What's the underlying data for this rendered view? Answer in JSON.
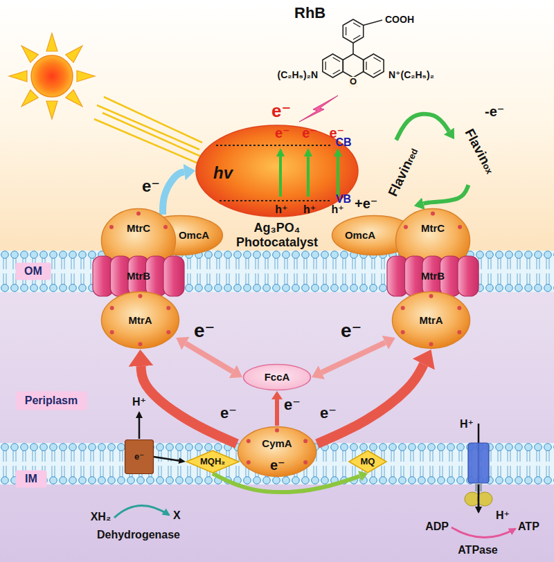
{
  "diagram": {
    "nodes": [
      {
        "text": [
          "e⁻ e⁻ e⁻",
          "CB",
          "hv",
          "VB",
          "h⁺ h⁺ h⁺",
          "Ag₃PO₄ Photocatalyst"
        ]
      },
      {
        "text": [
          "Flavin",
          "red"
        ]
      },
      {
        "text": [
          "Flavin",
          "ox"
        ]
      },
      {
        "text": [
          "OmcA"
        ]
      },
      {
        "text": [
          "MtrC"
        ]
      },
      {
        "text": [
          "MtrB"
        ]
      },
      {
        "text": [
          "MtrA"
        ]
      },
      {
        "text": [
          "OmcA"
        ]
      },
      {
        "text": [
          "MtrC"
        ]
      },
      {
        "text": [
          "MtrB"
        ]
      },
      {
        "text": [
          "MtrA"
        ]
      },
      {
        "text": [
          "FccA"
        ]
      },
      {
        "text": [
          "CymA"
        ]
      },
      {
        "text": [
          "MQH₂"
        ]
      },
      {
        "text": [
          "MQ"
        ]
      },
      {
        "text": [
          "e⁻"
        ]
      },
      {
        "text": [
          "ATPase"
        ]
      },
      {
        "text": [
          "OM"
        ]
      },
      {
        "text": [
          "Periplasm"
        ]
      },
      {
        "text": [
          "IM"
        ]
      }
    ],
    "edges": [
      {
        "from": 3,
        "to": 0,
        "arrow": "to",
        "label": "e⁻"
      },
      {
        "from": 1,
        "to": 2,
        "arrow": "to",
        "label": "-e⁻"
      },
      {
        "from": 2,
        "to": 1,
        "arrow": "to",
        "label": "+e⁻"
      },
      {
        "from": 6,
        "to": 11,
        "arrow": "both",
        "label": "e⁻"
      },
      {
        "from": 10,
        "to": 11,
        "arrow": "both",
        "label": "e⁻"
      },
      {
        "from": 12,
        "to": 11,
        "arrow": "to",
        "label": "e⁻"
      },
      {
        "from": 12,
        "to": 6,
        "arrow": "to",
        "label": "e⁻"
      },
      {
        "from": 12,
        "to": 10,
        "arrow": "to",
        "label": "e⁻"
      },
      {
        "from": 13,
        "to": 14,
        "arrow": "to",
        "label": "e⁻"
      },
      {
        "from": 15,
        "to": 13,
        "arrow": "to"
      }
    ],
    "labels": [
      "RhB",
      "COOH",
      "(C₂H₅)₂N",
      "N⁺(C₂H₅)₂",
      "O",
      "e⁻",
      "H⁺",
      "XH₂",
      "X",
      "Dehydrogenase",
      "H⁺",
      "H⁺",
      "ADP",
      "ATP"
    ]
  }
}
